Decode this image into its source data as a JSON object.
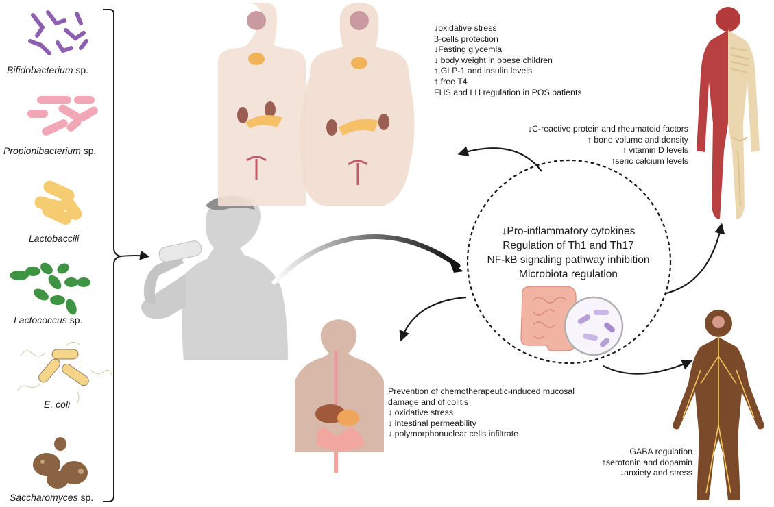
{
  "probiotics": [
    {
      "name": "Bifidobacterium",
      "suffix": " sp.",
      "italic_all": false
    },
    {
      "name": "Propionibacterium",
      "suffix": " sp.",
      "italic_all": false
    },
    {
      "name": "Lactobaccili",
      "suffix": "",
      "italic_all": true
    },
    {
      "name": "Lactococcus",
      "suffix": " sp.",
      "italic_all": false
    },
    {
      "name": "E. coli",
      "suffix": "",
      "italic_all": true
    },
    {
      "name": "Saccharomyces",
      "suffix": " sp.",
      "italic_all": false
    }
  ],
  "endocrine_effects": [
    "↓oxidative stress",
    "β-cells protection",
    "↓Fasting glycemia",
    "↓ body weight in obese children",
    "↑ GLP-1 and insulin levels",
    "↑ free T4",
    "FHS and LH regulation in POS patients"
  ],
  "musculoskeletal_effects": [
    "↓C-reactive protein and rheumatoid factors",
    "↑ bone volume and density",
    "↑ vitamin D levels",
    "↑seric calcium levels"
  ],
  "central_mechanisms": [
    "↓Pro-inflammatory cytokines",
    "Regulation of Th1 and Th17",
    "NF-kB signaling pathway inhibition",
    "Microbiota regulation"
  ],
  "gut_effects": [
    "Prevention of chemotherapeutic-induced mucosal",
    "damage and of colitis",
    "↓ oxidative stress",
    "↓ intestinal permeability",
    "↓ polymorphonuclear cells infiltrate"
  ],
  "nervous_effects": [
    "GABA regulation",
    "↑serotonin and dopamin",
    "↓anxiety and stress"
  ],
  "colors": {
    "bifido": "#8e5fb0",
    "propioni": "#f2a7b6",
    "lacto": "#f6cc72",
    "lactococcus": "#3f9444",
    "ecoli": "#f5d58a",
    "saccharo": "#8a6342",
    "skin": "#f3e0d4",
    "gray_figure": "#c9c9c9",
    "nervous_body": "#7a4a2a"
  }
}
